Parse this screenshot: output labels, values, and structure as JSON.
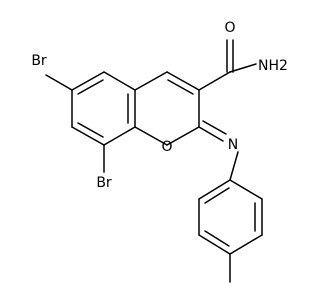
{
  "molecule": {
    "atoms": {
      "br_top": "Br",
      "br_bottom": "Br",
      "oxygen_ring": "O",
      "nitrogen_imine": "N",
      "oxygen_carbonyl": "O",
      "amide_group": "NH2"
    },
    "colors": {
      "bond": "#000000",
      "label": "#000000",
      "background": "#ffffff"
    }
  }
}
